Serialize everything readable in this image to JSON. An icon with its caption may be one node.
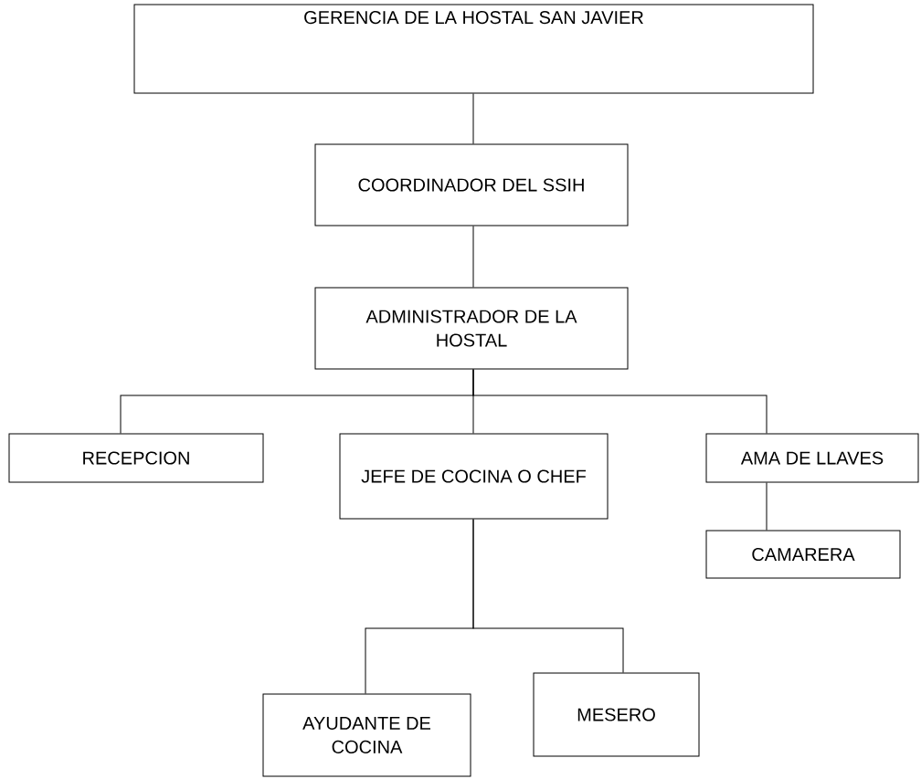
{
  "diagram": {
    "nodes": [
      {
        "text": [
          "GERENCIA DE LA HOSTAL SAN JAVIER"
        ]
      },
      {
        "text": [
          "COORDINADOR DEL SSIH"
        ]
      },
      {
        "text": [
          "ADMINISTRADOR DE LA HOSTAL"
        ]
      },
      {
        "text": [
          "RECEPCION"
        ]
      },
      {
        "text": [
          "JEFE DE COCINA O CHEF"
        ]
      },
      {
        "text": [
          "AMA DE LLAVES"
        ]
      },
      {
        "text": [
          "CAMARERA"
        ]
      },
      {
        "text": [
          "AYUDANTE DE COCINA"
        ]
      },
      {
        "text": [
          "MESERO"
        ]
      }
    ],
    "edges": [
      {
        "from": 0,
        "to": 1,
        "arrow": "none"
      },
      {
        "from": 1,
        "to": 2,
        "arrow": "none"
      },
      {
        "from": 2,
        "to": 3,
        "arrow": "none"
      },
      {
        "from": 2,
        "to": 4,
        "arrow": "none"
      },
      {
        "from": 2,
        "to": 5,
        "arrow": "none"
      },
      {
        "from": 5,
        "to": 6,
        "arrow": "none"
      },
      {
        "from": 4,
        "to": 7,
        "arrow": "none"
      },
      {
        "from": 4,
        "to": 8,
        "arrow": "none"
      }
    ]
  }
}
